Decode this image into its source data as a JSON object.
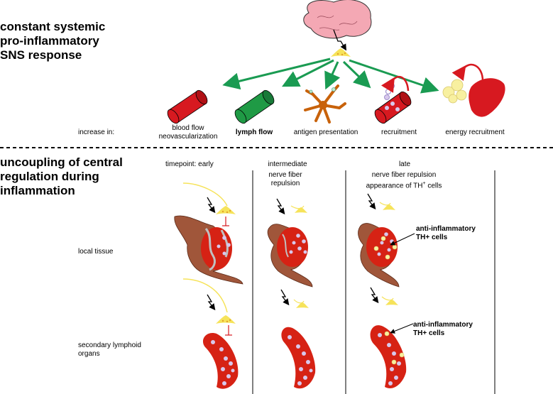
{
  "top": {
    "title_lines": [
      "constant systemic",
      "pro-inflammatory",
      "SNS response"
    ],
    "brain_label": "brain",
    "increase_label": "increase in:",
    "effects": [
      {
        "id": "blood",
        "lines": [
          "blood flow",
          "neovascularization"
        ]
      },
      {
        "id": "lymph",
        "lines": [
          "lymph flow"
        ]
      },
      {
        "id": "antigen",
        "lines": [
          "antigen presentation"
        ]
      },
      {
        "id": "recruitment",
        "lines": [
          "recruitment"
        ]
      },
      {
        "id": "energy",
        "lines": [
          "energy recruitment"
        ]
      }
    ]
  },
  "bottom": {
    "title_lines": [
      "uncoupling of central",
      "regulation during",
      "inflammation"
    ],
    "timepoints": {
      "early": "timepoint: early",
      "intermediate": "intermediate",
      "late": "late"
    },
    "intermediate_note": [
      "nerve fiber",
      "repulsion"
    ],
    "late_note": [
      "nerve fiber repulsion",
      "appearance of TH",
      "+",
      " cells"
    ],
    "rows": {
      "local_tissue": "local tissue",
      "lymphoid": [
        "secondary lymphoid",
        "organs"
      ]
    },
    "anti_inflammatory": [
      "anti-inflammatory",
      "TH+ cells"
    ]
  },
  "colors": {
    "brain": "#f4a8b4",
    "nerve": "#f6e35a",
    "arrow_green": "#1a9b52",
    "red_vessel": "#d71920",
    "green_vessel": "#1f9a45",
    "tissue_brown": "#a0563a",
    "organ_red": "#d62214",
    "cell_lilac": "#d8c8ec",
    "cell_yellow": "#f8f0a0"
  }
}
